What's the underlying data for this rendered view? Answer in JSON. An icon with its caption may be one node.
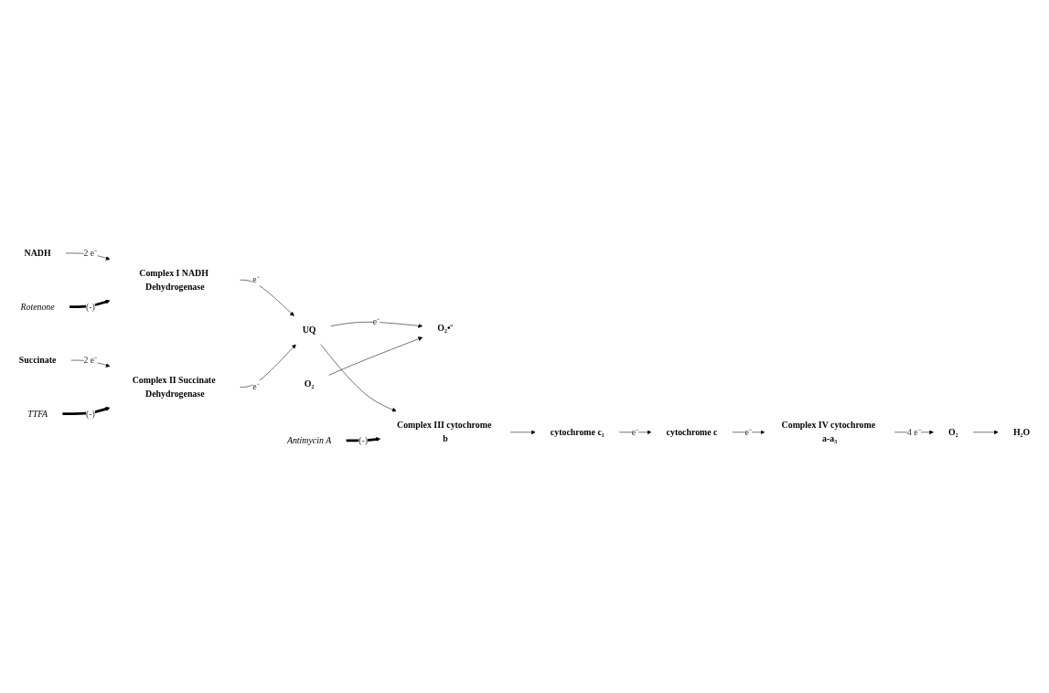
{
  "diagram": {
    "nodes": [
      {
        "text": [
          "NADH"
        ]
      },
      {
        "text": [
          "Complex I NADH Dehydrogenase"
        ]
      },
      {
        "text": [
          "Rotenone"
        ]
      },
      {
        "text": [
          "UQ"
        ]
      },
      {
        "text": [
          "Succinate"
        ]
      },
      {
        "text": [
          "Complex II Succinate Dehydrogenase"
        ]
      },
      {
        "text": [
          "TTFA"
        ]
      },
      {
        "text": [
          "O₂"
        ]
      },
      {
        "text": [
          "O₂•⁻"
        ]
      },
      {
        "text": [
          "Complex III cytochrome b"
        ]
      },
      {
        "text": [
          "cytochrome c₁"
        ]
      },
      {
        "text": [
          "Antimycin A"
        ]
      },
      {
        "text": [
          "cytochrome c"
        ]
      },
      {
        "text": [
          "Complex IV cytochrome a-a₃"
        ]
      },
      {
        "text": [
          "O₂"
        ]
      },
      {
        "text": [
          "H₂O"
        ]
      }
    ],
    "edges": [
      {
        "from": 0,
        "to": 1,
        "arrow": "to",
        "label": "2 e⁻"
      },
      {
        "from": 1,
        "to": 3,
        "arrow": "to",
        "label": "e⁻"
      },
      {
        "from": 2,
        "to": 1,
        "arrow": "to",
        "label": "(-)",
        "style": "thick"
      },
      {
        "from": 4,
        "to": 5,
        "arrow": "to",
        "label": "2 e⁻"
      },
      {
        "from": 5,
        "to": 3,
        "arrow": "to",
        "label": "e⁻"
      },
      {
        "from": 6,
        "to": 5,
        "arrow": "to",
        "label": "(-)",
        "style": "thick"
      },
      {
        "from": 3,
        "to": 8,
        "arrow": "to",
        "label": "e⁻"
      },
      {
        "from": 7,
        "to": 8,
        "arrow": "to"
      },
      {
        "from": 3,
        "to": 9,
        "arrow": "to"
      },
      {
        "from": 9,
        "to": 10,
        "arrow": "to"
      },
      {
        "from": 11,
        "to": 9,
        "arrow": "to",
        "label": "(-)",
        "style": "thick"
      },
      {
        "from": 10,
        "to": 12,
        "arrow": "to",
        "label": "e⁻"
      },
      {
        "from": 12,
        "to": 13,
        "arrow": "to",
        "label": "e⁻"
      },
      {
        "from": 13,
        "to": 14,
        "arrow": "to",
        "label": "4 e⁻"
      },
      {
        "from": 14,
        "to": 15,
        "arrow": "to"
      }
    ]
  }
}
